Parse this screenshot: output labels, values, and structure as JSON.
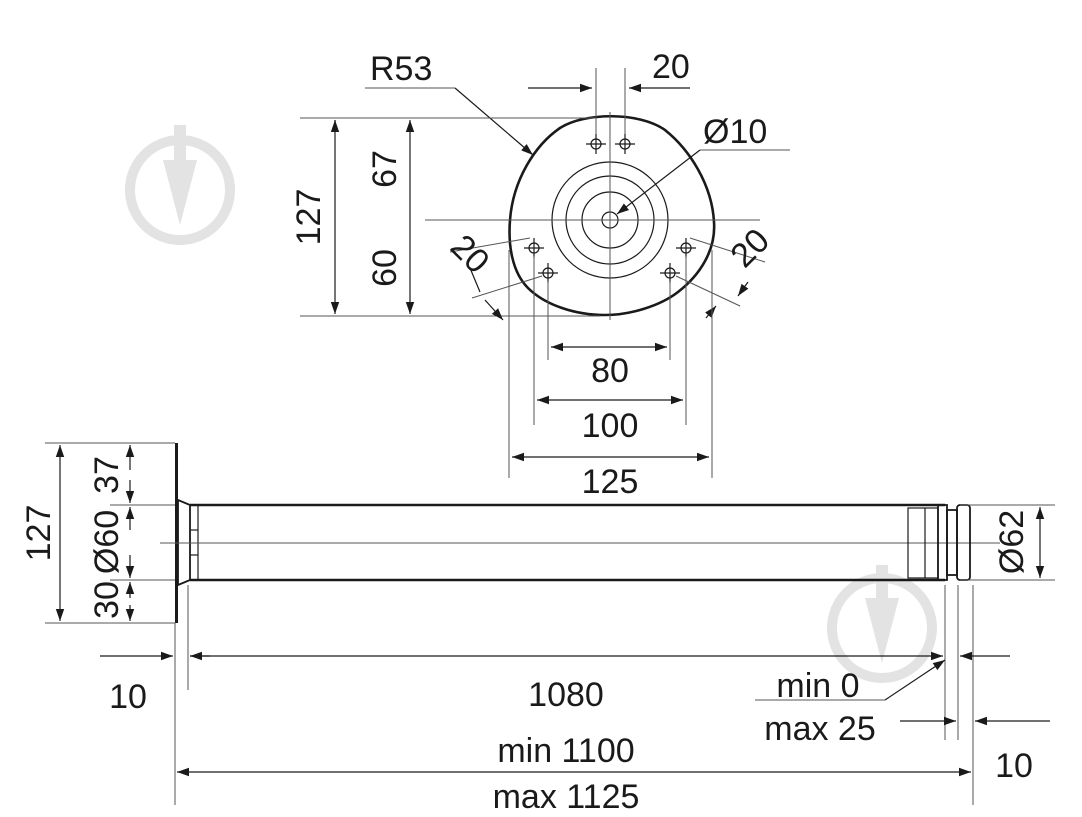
{
  "top_view": {
    "radius_label": "R53",
    "hole_spacing_top": "20",
    "center_hole_dia": "Ø10",
    "height_total": "127",
    "height_upper": "67",
    "height_lower": "60",
    "offset_left": "20",
    "offset_right": "20",
    "width_80": "80",
    "width_100": "100",
    "width_125": "125"
  },
  "side_view": {
    "plate_height": "127",
    "dim_37": "37",
    "dim_dia60": "Ø60",
    "dim_30": "30",
    "dia62": "Ø62",
    "plate_thickness": "10",
    "tube_length": "1080",
    "adjust_min": "min 0",
    "adjust_max": "max 25",
    "foot_thickness": "10",
    "total_min": "min 1100",
    "total_max": "max 1125"
  },
  "watermarks": [
    "logo-mark",
    "logo-mark"
  ]
}
